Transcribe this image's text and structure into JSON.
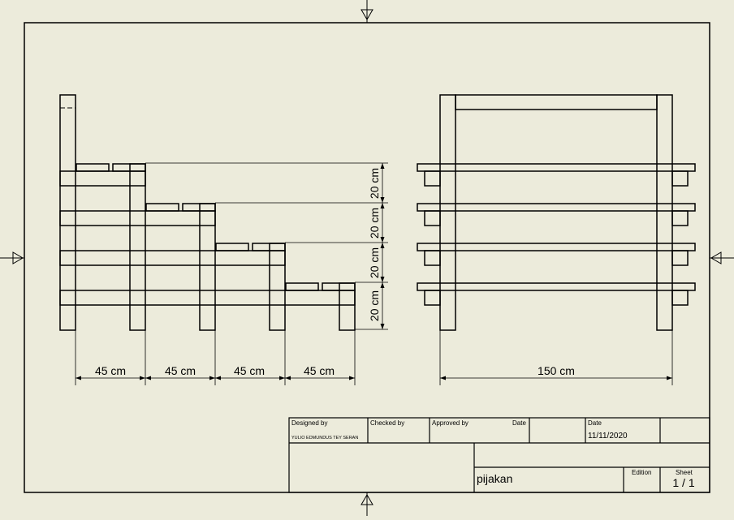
{
  "dimensions": {
    "horizontal": [
      "45 cm",
      "45 cm",
      "45 cm",
      "45 cm"
    ],
    "vertical": [
      "20 cm",
      "20 cm",
      "20 cm",
      "20 cm"
    ],
    "right_width": "150 cm"
  },
  "title_block": {
    "designed_by_label": "Designed by",
    "designer": "YULIO EDMUNDUS TEY SERAN",
    "checked_by_label": "Checked by",
    "approved_by_label": "Approved by",
    "date_col_label": "Date",
    "date_label": "Date",
    "date_value": "11/11/2020",
    "title": "pijakan",
    "edition_label": "Edition",
    "sheet_label": "Sheet",
    "sheet_value": "1 / 1"
  },
  "colors": {
    "background": "#ecebdb",
    "line": "#000000"
  }
}
